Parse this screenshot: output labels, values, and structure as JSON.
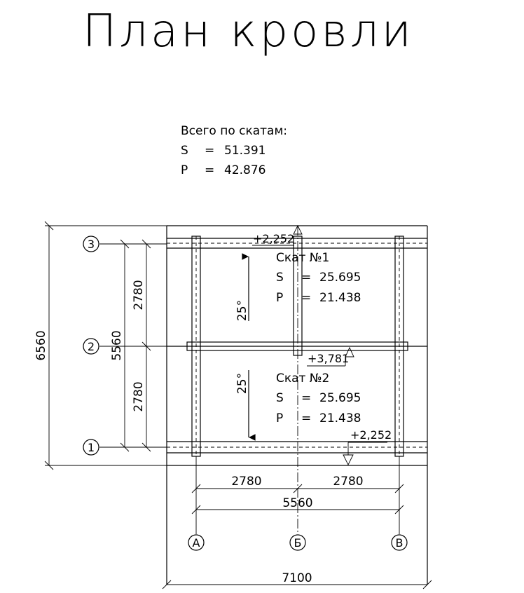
{
  "title": "План кровли",
  "summary": {
    "heading": "Всего по скатам:",
    "s_label": "S",
    "s_eq": "=",
    "s_value": "51.391",
    "p_label": "P",
    "p_eq": "=",
    "p_value": "42.876"
  },
  "slopes": [
    {
      "name": "Скат №1",
      "s_label": "S",
      "s_eq": "=",
      "s_value": "25.695",
      "p_label": "P",
      "p_eq": "=",
      "p_value": "21.438",
      "angle": "25°"
    },
    {
      "name": "Скат №2",
      "s_label": "S",
      "s_eq": "=",
      "s_value": "25.695",
      "p_label": "P",
      "p_eq": "=",
      "p_value": "21.438",
      "angle": "25°"
    }
  ],
  "elevations": {
    "top_eave": "+2,252",
    "ridge": "+3,781",
    "bottom_eave": "+2,252"
  },
  "axes": {
    "rows": [
      "3",
      "2",
      "1"
    ],
    "cols": [
      "А",
      "Б",
      "В"
    ]
  },
  "dimensions": {
    "overall_height": "6560",
    "axis_span_vertical": "5560",
    "upper_bay": "2780",
    "lower_bay": "2780",
    "left_bay": "2780",
    "right_bay": "2780",
    "axis_span_horizontal": "5560",
    "overall_width": "7100"
  }
}
